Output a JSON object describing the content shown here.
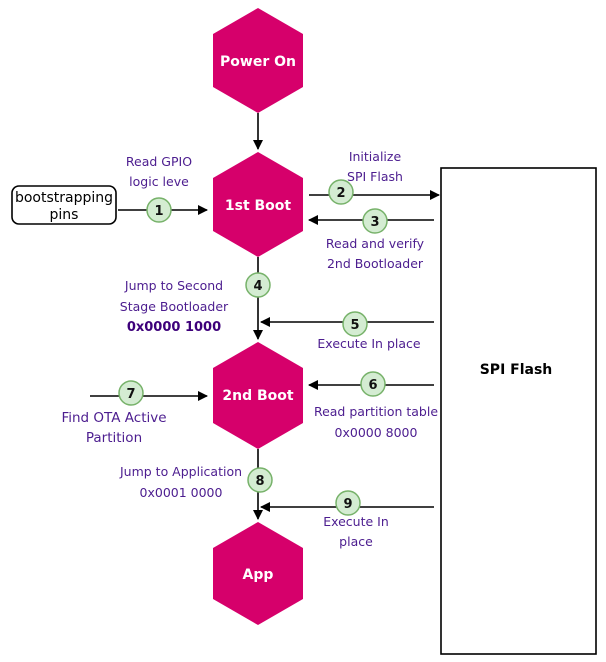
{
  "colors": {
    "hexagon": "#d6006b",
    "step_circle_fill": "#d4ecd2",
    "step_circle_stroke": "#77b26a",
    "annotation_text": "#4c1d8f"
  },
  "nodes": {
    "power_on": "Power On",
    "first_boot": "1st Boot",
    "second_boot": "2nd Boot",
    "app": "App"
  },
  "bootstrapping_box": {
    "line1": "bootstrapping",
    "line2": "pins"
  },
  "spi_flash_label": "SPI Flash",
  "steps": [
    "1",
    "2",
    "3",
    "4",
    "5",
    "6",
    "7",
    "8",
    "9"
  ],
  "annotations": {
    "read_gpio": {
      "line1": "Read GPIO",
      "line2": "logic leve"
    },
    "initialize": {
      "line1": "Initialize",
      "line2": "SPI Flash"
    },
    "read_verify": {
      "line1": "Read and verify",
      "line2": "2nd Bootloader"
    },
    "jump_second": {
      "line1": "Jump to Second",
      "line2": "Stage Bootloader",
      "address": "0x0000 1000"
    },
    "execute_in_place_1": "Execute In place",
    "read_partition": {
      "line1": "Read partition table",
      "line2": "0x0000 8000"
    },
    "find_ota": {
      "line1": "Find OTA Active",
      "line2": "Partition"
    },
    "jump_app": {
      "line1": "Jump to Application",
      "line2": "0x0001 0000"
    },
    "execute_in_place_2": {
      "line1": "Execute In",
      "line2": "place"
    }
  }
}
